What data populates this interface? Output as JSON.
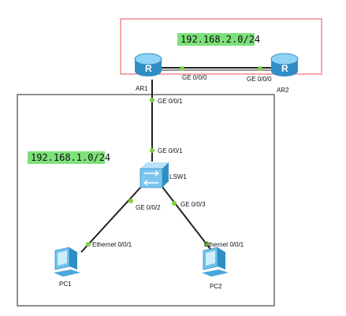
{
  "diagram": {
    "networks": [
      {
        "id": "net-top",
        "label": "192.168.2.0/24",
        "area_color": "#e8505b",
        "label_bg": "#7de07a"
      },
      {
        "id": "net-bottom",
        "label": "192.168.1.0/24",
        "area_color": "#222222",
        "label_bg": "#7de07a"
      }
    ],
    "devices": {
      "ar1": {
        "label": "AR1",
        "type": "router"
      },
      "ar2": {
        "label": "AR2",
        "type": "router"
      },
      "lsw1": {
        "label": "LSW1",
        "type": "switch"
      },
      "pc1": {
        "label": "PC1",
        "type": "pc"
      },
      "pc2": {
        "label": "PC2",
        "type": "pc"
      }
    },
    "links": [
      {
        "id": "ar1-ar2",
        "a_port": "GE 0/0/0",
        "b_port": "GE 0/0/0"
      },
      {
        "id": "ar1-lsw1",
        "a_port": "GE 0/0/1",
        "b_port": "GE 0/0/1"
      },
      {
        "id": "lsw1-pc1",
        "a_port": "GE 0/0/2",
        "b_port": "Ethernet 0/0/1"
      },
      {
        "id": "lsw1-pc2",
        "a_port": "GE 0/0/3",
        "b_port": "Ethernet 0/0/1"
      }
    ],
    "colors": {
      "router_body": "#6fc3ec",
      "router_dark": "#2f8ec4",
      "switch_body": "#7cc6ee",
      "pc_body": "#4aa6df",
      "link": "#222222",
      "port_dot": "#7bd23c"
    }
  }
}
